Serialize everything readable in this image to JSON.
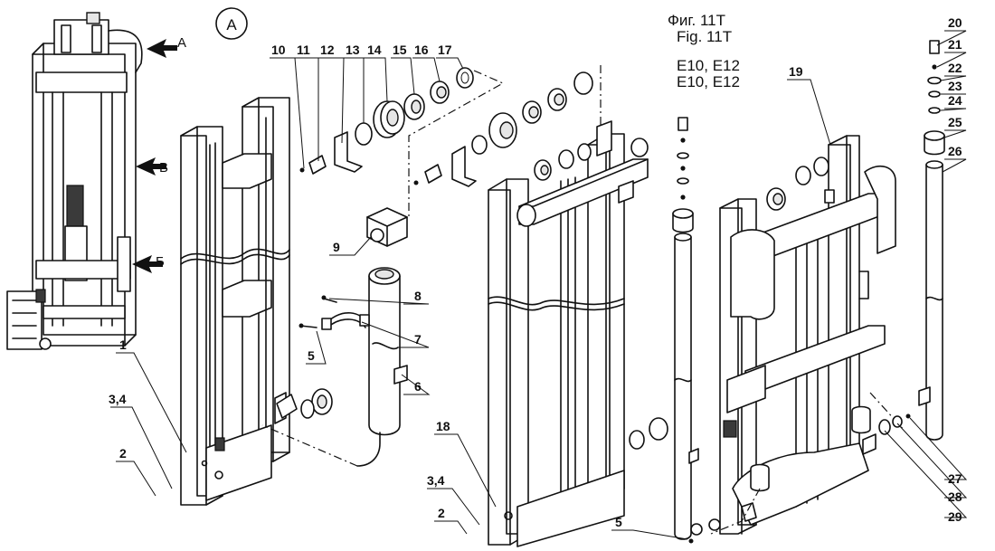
{
  "view_label": "A",
  "figure_title_ru": "Фиг. 11T",
  "figure_title_en": "Fig. 11T",
  "model_line_1": "E10, E12",
  "model_line_2": "E10, E12",
  "arrow_labels": {
    "a": "A",
    "b": "B",
    "c": "Б"
  },
  "callouts": {
    "n1": "1",
    "n2": "2",
    "n2b": "2",
    "n34": "3,4",
    "n34b": "3,4",
    "n5": "5",
    "n5b": "5",
    "n6": "6",
    "n7": "7",
    "n8": "8",
    "n9": "9",
    "n10": "10",
    "n11": "11",
    "n12": "12",
    "n13": "13",
    "n14": "14",
    "n15": "15",
    "n16": "16",
    "n17": "17",
    "n18": "18",
    "n19": "19",
    "n20": "20",
    "n21": "21",
    "n22": "22",
    "n23": "23",
    "n24": "24",
    "n25": "25",
    "n26": "26",
    "n27": "27",
    "n28": "28",
    "n29": "29"
  }
}
